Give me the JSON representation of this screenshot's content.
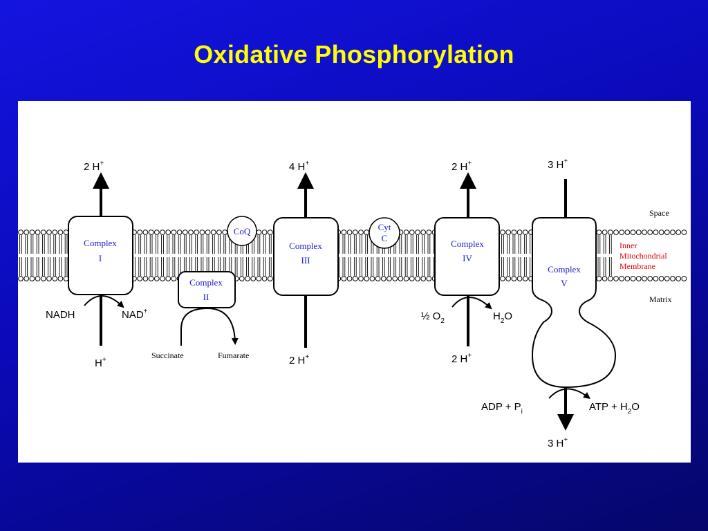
{
  "title": "Oxidative Phosphorylation",
  "complexes": {
    "c1": {
      "line1": "Complex",
      "line2": "I"
    },
    "c2": {
      "line1": "Complex",
      "line2": "II"
    },
    "c3": {
      "line1": "Complex",
      "line2": "III"
    },
    "c4": {
      "line1": "Complex",
      "line2": "IV"
    },
    "c5": {
      "line1": "Complex",
      "line2": "V"
    }
  },
  "carriers": {
    "coq": "CoQ",
    "cytc_line1": "Cyt",
    "cytc_line2": "C"
  },
  "protons": {
    "c1_out": {
      "text": "2 H",
      "sup": "+"
    },
    "c1_in": {
      "text": "H",
      "sup": "+"
    },
    "c3_out": {
      "text": "4 H",
      "sup": "+"
    },
    "c3_in": {
      "text": "2 H",
      "sup": "+"
    },
    "c4_out": {
      "text": "2 H",
      "sup": "+"
    },
    "c4_in": {
      "text": "2 H",
      "sup": "+"
    },
    "c5_in": {
      "text": "3 H",
      "sup": "+"
    },
    "c5_out": {
      "text": "3 H",
      "sup": "+"
    }
  },
  "reactions": {
    "nadh": "NADH",
    "nad": "NAD",
    "nad_sup": "+",
    "succinate": "Succinate",
    "fumarate": "Fumarate",
    "half": "½ O",
    "half_sub": "2",
    "h2o_c4": "H",
    "h2o_c4_sub": "2",
    "h2o_c4_end": "O",
    "adp": "ADP  +  P",
    "adp_sub": "i",
    "atp": "ATP  +  H",
    "atp_sub": "2",
    "atp_end": "O"
  },
  "labels": {
    "space": "Space",
    "matrix": "Matrix",
    "membrane_1": "Inner",
    "membrane_2": "Mitochondrial",
    "membrane_3": "Membrane"
  },
  "colors": {
    "title": "#ffff00",
    "complex_text": "#1a1acc",
    "membrane_label": "#dd0000"
  }
}
